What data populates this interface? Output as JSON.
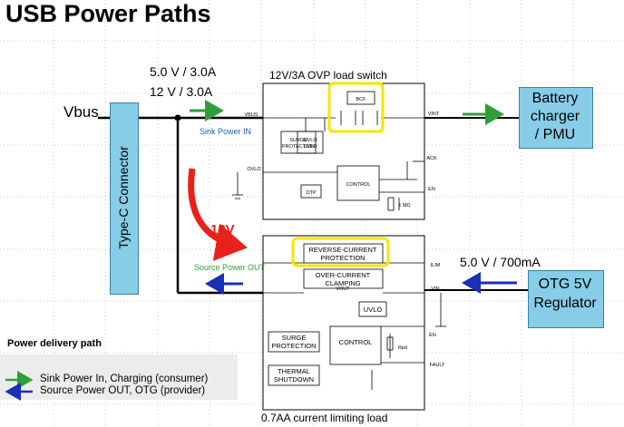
{
  "title": "USB Power Paths",
  "vbus_label": "Vbus",
  "sink_rating_1": "5.0 V / 3.0A",
  "sink_rating_2": "12 V / 3.0A",
  "type_c_label": "Type-C Connector",
  "load_switch": {
    "title": "12V/3A OVP load switch",
    "vbus_pin": "VBUS",
    "vint_pin": "VINT",
    "ack_pin": "ACK",
    "en_pin": "EN",
    "ovlo_pin": "OVLO",
    "bcf": "BCF",
    "surge": [
      "SURGE",
      "PROTECTION"
    ],
    "ovlo_uvlo": [
      "OVLO",
      "UVLO"
    ],
    "otp": "OTP",
    "control": "CONTROL",
    "resistor": "1 MΩ"
  },
  "battery_charger": [
    "Battery",
    "charger",
    "/ PMU"
  ],
  "sink_power_in": "Sink Power IN",
  "voltage_12v": "12V",
  "source_power_out": "Source Power OUT",
  "limiter": {
    "reverse_current": [
      "REVERSE-CURRENT",
      "PROTECTION"
    ],
    "over_current": [
      "OVER-CURRENT",
      "CLAMPING"
    ],
    "uvlo": "UVLO",
    "surge": [
      "SURGE",
      "PROTECTION"
    ],
    "control": "CONTROL",
    "thermal": [
      "THERMAL",
      "SHUTDOWN"
    ],
    "vout_pin": "VOUT",
    "ilim_pin": "ILIM",
    "vin_pin": "VIN",
    "en_pin": "EN",
    "fault_pin": "FAULT",
    "rpd": "Rpd",
    "caption": "0.7AA current limiting load"
  },
  "otg_rating": "5.0 V / 700mA",
  "otg_regulator": [
    "OTG 5V",
    "Regulator"
  ],
  "legend": {
    "title": "Power delivery path",
    "sink": "Sink Power In, Charging (consumer)",
    "source": "Source Power OUT, OTG (provider)"
  },
  "colors": {
    "sink_arrow": "#2e9e3a",
    "source_arrow": "#1b2fb8",
    "highlight_12v": "#e8211b",
    "callout_box": "#f2e600",
    "block_fill": "#87cde8"
  }
}
